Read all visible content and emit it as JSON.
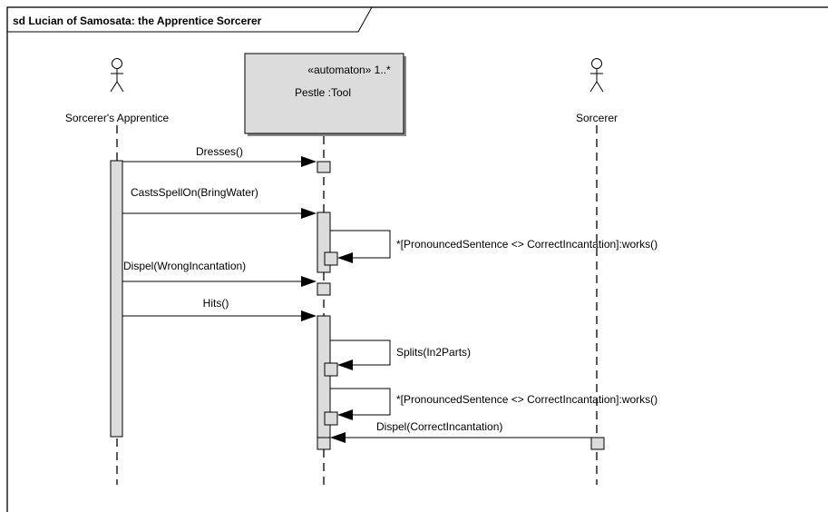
{
  "frame": {
    "title": "sd Lucian of Samosata: the Apprentice Sorcerer"
  },
  "lifelines": {
    "apprentice": {
      "label": "Sorcerer's Apprentice",
      "kind": "actor"
    },
    "pestle": {
      "stereotype": "«automaton» 1..*",
      "label": "Pestle :Tool",
      "kind": "object"
    },
    "sorcerer": {
      "label": "Sorcerer",
      "kind": "actor"
    }
  },
  "messages": {
    "dresses": "Dresses()",
    "casts": "CastsSpellOn(BringWater)",
    "works1": "*[PronouncedSentence <> CorrectIncantation]:works()",
    "dispel_wrong": "Dispel(WrongIncantation)",
    "hits": "Hits()",
    "splits": "Splits(In2Parts)",
    "works2": "*[PronouncedSentence <> CorrectIncantation]:works()",
    "dispel_correct": "Dispel(CorrectIncantation)"
  },
  "colors": {
    "box_fill": "#dcdcdc",
    "line": "#000000",
    "background": "#ffffff"
  }
}
